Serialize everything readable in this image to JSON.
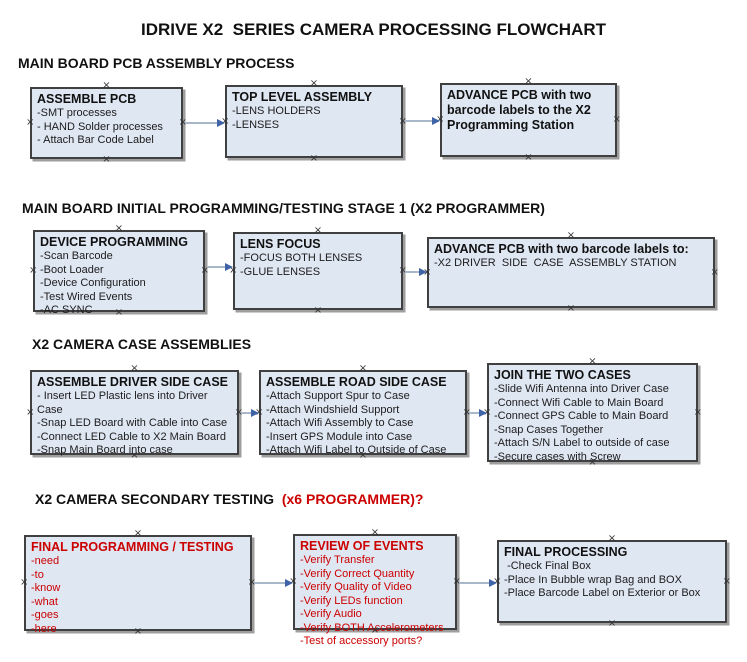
{
  "page_title": "IDRIVE X2  SERIES CAMERA PROCESSING FLOWCHART",
  "handle_glyph": "×",
  "colors": {
    "box_fill": "#dfe7f3",
    "box_border": "#404040",
    "box_shadow": "#9e9e9e",
    "arrow_line": "#a9b7cb",
    "arrow_head": "#3f63a7",
    "accent_red": "#cc0000",
    "text": "#111111"
  },
  "sections": [
    {
      "heading": "MAIN BOARD PCB ASSEMBLY PROCESS",
      "boxes": [
        {
          "title": "ASSEMBLE PCB",
          "lines": [
            "-SMT processes",
            "- HAND Solder processes",
            "- Attach Bar Code Label"
          ]
        },
        {
          "title": "TOP LEVEL ASSEMBLY",
          "lines": [
            "-LENS HOLDERS",
            "-LENSES"
          ]
        },
        {
          "title": "ADVANCE PCB with two barcode labels to the  X2 Programming Station",
          "lines": []
        }
      ]
    },
    {
      "heading": "MAIN BOARD INITIAL PROGRAMMING/TESTING STAGE 1 (X2 PROGRAMMER)",
      "boxes": [
        {
          "title": "DEVICE PROGRAMMING",
          "lines": [
            "-Scan Barcode",
            "-Boot Loader",
            "-Device Configuration",
            "-Test Wired Events",
            "-AC SYNC"
          ]
        },
        {
          "title": "LENS FOCUS",
          "lines": [
            "-FOCUS BOTH LENSES",
            "-GLUE LENSES"
          ]
        },
        {
          "title": "ADVANCE PCB with two barcode labels to:",
          "lines": [
            "-X2 DRIVER  SIDE  CASE  ASSEMBLY STATION"
          ]
        }
      ]
    },
    {
      "heading": "X2 CAMERA CASE ASSEMBLIES",
      "boxes": [
        {
          "title": "ASSEMBLE DRIVER SIDE CASE",
          "lines": [
            "- Insert LED Plastic lens into Driver Case",
            "-Snap LED Board with Cable into Case",
            "-Connect LED Cable to X2 Main Board",
            "-Snap Main Board into case"
          ]
        },
        {
          "title": "ASSEMBLE ROAD SIDE CASE",
          "lines": [
            "-Attach Support Spur to Case",
            "-Attach Windshield Support",
            "-Attach Wifi Assembly to Case",
            "-Insert GPS Module into Case",
            "-Attach Wifi Label to Outside of Case"
          ]
        },
        {
          "title": "JOIN THE TWO CASES",
          "lines": [
            "-Slide Wifi Antenna into Driver Case",
            "-Connect Wifi Cable to Main Board",
            "-Connect GPS Cable to Main Board",
            "-Snap Cases Together",
            "-Attach S/N Label to outside of case",
            "-Secure cases with Screw"
          ]
        }
      ]
    },
    {
      "heading": "X2 CAMERA SECONDARY TESTING ",
      "heading_suffix": " (x6 PROGRAMMER)?",
      "boxes": [
        {
          "title": "FINAL PROGRAMMING / TESTING",
          "lines": [
            "-need",
            "-to",
            "-know",
            "-what",
            "-goes",
            "-here"
          ]
        },
        {
          "title": "REVIEW OF EVENTS",
          "lines": [
            "-Verify Transfer",
            "-Verify Correct Quantity",
            "-Verify Quality of Video",
            "-Verify LEDs function",
            "-Verify Audio",
            "-Verify BOTH Accelerometers",
            "-Test of accessory ports?"
          ]
        },
        {
          "title": "FINAL PROCESSING",
          "lines": [
            " -Check Final Box",
            "-Place In Bubble wrap Bag and BOX",
            "-Place Barcode Label on Exterior or Box"
          ]
        }
      ]
    }
  ]
}
